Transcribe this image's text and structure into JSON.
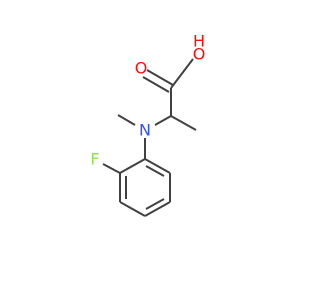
{
  "atoms": {
    "O_carbonyl": {
      "label": "O",
      "color": "#ff0d0d"
    },
    "O_hydroxyl": {
      "label": "O",
      "color": "#ff0d0d"
    },
    "H_hydroxyl": {
      "label": "H",
      "color": "#ff0d0d"
    },
    "N": {
      "label": "N",
      "color": "#3050f8"
    },
    "F": {
      "label": "F",
      "color": "#90e050"
    }
  },
  "bond_color": "#404040",
  "background": "#ffffff"
}
